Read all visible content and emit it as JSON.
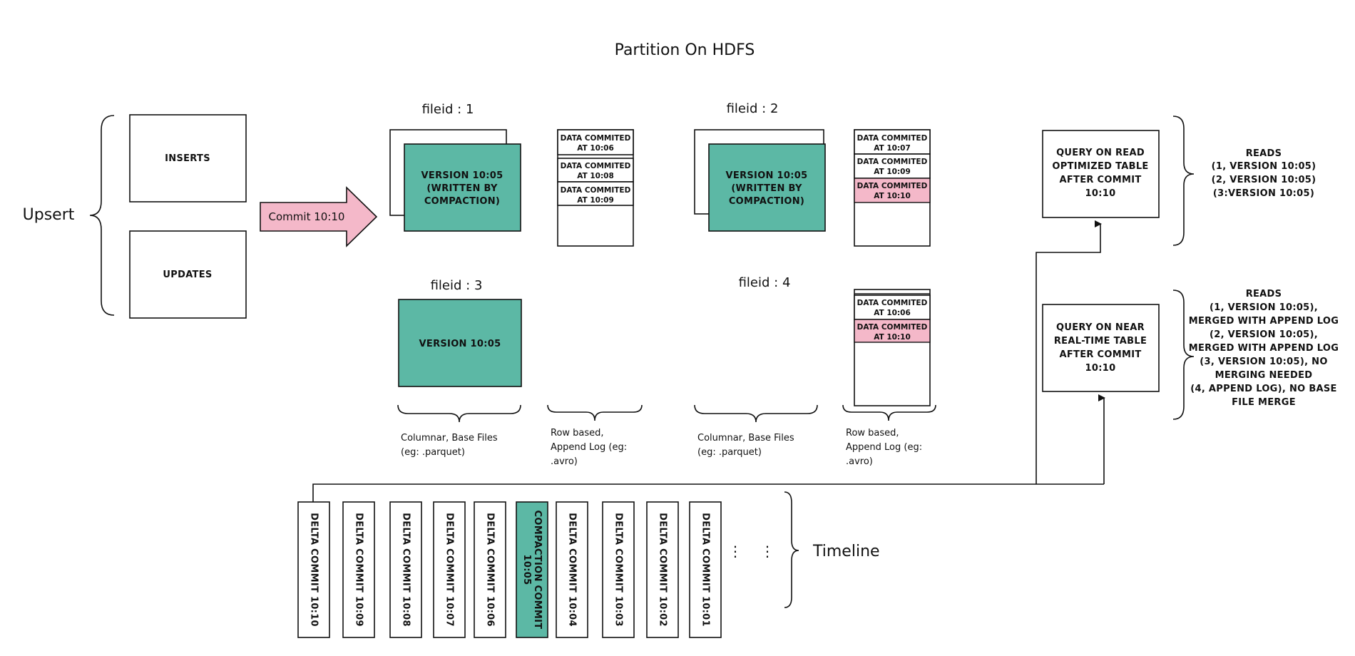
{
  "title": "Partition On HDFS",
  "colors": {
    "base_file": "#5cb8a5",
    "new_commit": "#f4b8c9",
    "line": "#111111",
    "background": "#ffffff"
  },
  "upsert": {
    "label": "Upsert",
    "inserts": "INSERTS",
    "updates": "UPDATES"
  },
  "commit_arrow": "Commit 10:10",
  "file_groups": [
    {
      "label": "fileid : 1",
      "base_lines": [
        "VERSION 10:05",
        "(WRITTEN BY",
        "COMPACTION)"
      ],
      "log_entries": [
        [
          "DATA COMMITED",
          "AT 10:06"
        ],
        [
          "DATA COMMITED",
          "AT 10:08"
        ],
        [
          "DATA COMMITED",
          "AT 10:09"
        ]
      ]
    },
    {
      "label": "fileid : 2",
      "base_lines": [
        "VERSION 10:05",
        "(WRITTEN BY",
        "COMPACTION)"
      ],
      "log_entries": [
        [
          "DATA COMMITED",
          "AT 10:07"
        ],
        [
          "DATA COMMITED",
          "AT 10:09"
        ],
        [
          "DATA COMMITED",
          "AT 10:10"
        ]
      ]
    },
    {
      "label": "fileid : 3",
      "base_lines": [
        "VERSION 10:05"
      ],
      "log_entries": []
    },
    {
      "label": "fileid : 4",
      "base_lines": [],
      "log_entries": [
        [
          "DATA COMMITED",
          "AT 10:06"
        ],
        [
          "DATA COMMITED",
          "AT 10:10"
        ]
      ]
    }
  ],
  "brace_notes": {
    "columnar": [
      "Columnar, Base Files",
      "(eg: .parquet)"
    ],
    "rowbased": [
      "Row based,",
      "Append Log  (eg:",
      ".avro)"
    ]
  },
  "queries": [
    {
      "box_lines": [
        "QUERY ON READ",
        "OPTIMIZED TABLE",
        "AFTER COMMIT",
        "10:10"
      ],
      "reads_lines": [
        "READS",
        "(1, VERSION 10:05)",
        "(2, VERSION 10:05)",
        "(3:VERSION 10:05)"
      ]
    },
    {
      "box_lines": [
        "QUERY ON NEAR",
        "REAL-TIME TABLE",
        "AFTER COMMIT",
        "10:10"
      ],
      "reads_lines": [
        "READS",
        "(1, VERSION 10:05),",
        "MERGED WITH APPEND LOG",
        "(2, VERSION 10:05),",
        "MERGED WITH APPEND LOG",
        "(3, VERSION 10:05), NO",
        "MERGING NEEDED",
        "(4, APPEND LOG), NO BASE",
        "FILE MERGE"
      ]
    }
  ],
  "timeline": {
    "label": "Timeline",
    "ellipsis": "⋮",
    "commits": [
      {
        "text": [
          "DELTA COMMIT  10:10"
        ],
        "compaction": false
      },
      {
        "text": [
          "DELTA COMMIT  10:09"
        ],
        "compaction": false
      },
      {
        "text": [
          "DELTA COMMIT  10:08"
        ],
        "compaction": false
      },
      {
        "text": [
          "DELTA COMMIT  10:07"
        ],
        "compaction": false
      },
      {
        "text": [
          "DELTA COMMIT  10:06"
        ],
        "compaction": false
      },
      {
        "text": [
          "COMPACTION COMMIT",
          "10:05"
        ],
        "compaction": true
      },
      {
        "text": [
          "DELTA COMMIT  10:04"
        ],
        "compaction": false
      },
      {
        "text": [
          "DELTA COMMIT  10:03"
        ],
        "compaction": false
      },
      {
        "text": [
          "DELTA COMMIT  10:02"
        ],
        "compaction": false
      },
      {
        "text": [
          "DELTA COMMIT  10:01"
        ],
        "compaction": false
      }
    ]
  }
}
